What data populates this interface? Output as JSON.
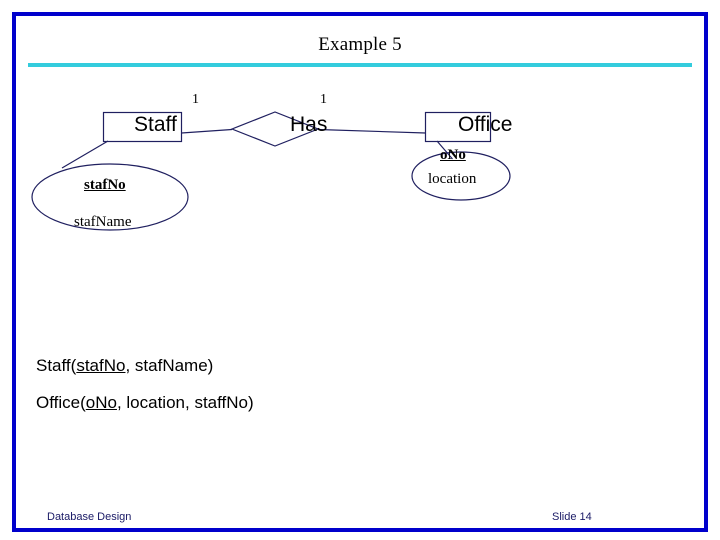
{
  "slide": {
    "title": "Example 5",
    "accent_color": "#33ccdd",
    "frame_color": "#0000cc",
    "diagram_stroke": "#202060"
  },
  "diagram": {
    "entities": [
      {
        "name": "Staff"
      },
      {
        "name": "Office"
      }
    ],
    "relationship": {
      "name": "Has"
    },
    "cardinalities": [
      {
        "label": "1"
      },
      {
        "label": "1"
      }
    ],
    "attributes": [
      {
        "key": "stafNo",
        "plain": "stafName"
      },
      {
        "key": "oNo",
        "plain": "location"
      }
    ]
  },
  "schema": {
    "lines": [
      {
        "prefix": "Staff(",
        "key": "stafNo",
        "rest": ", stafName)"
      },
      {
        "prefix": "Office(",
        "key": "oNo",
        "rest": ", location, staffNo)"
      }
    ]
  },
  "footer": {
    "left": "Database Design",
    "right": "Slide 14"
  }
}
